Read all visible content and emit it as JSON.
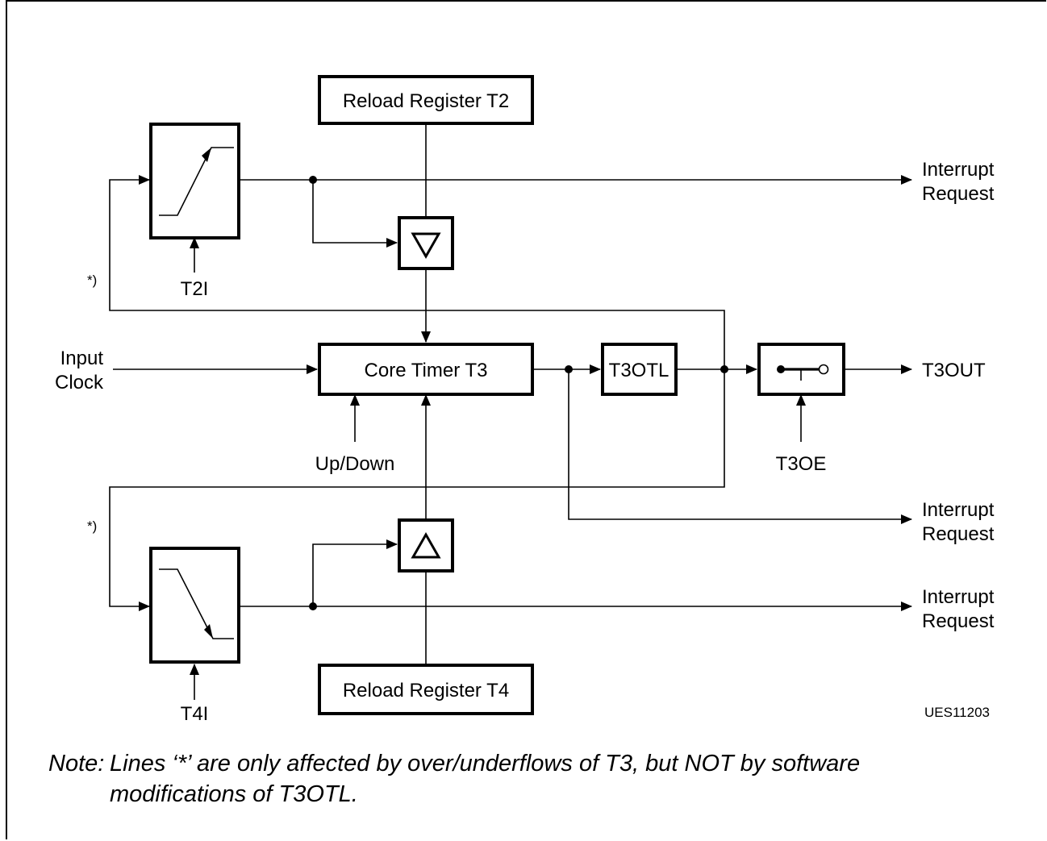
{
  "diagram": {
    "blocks": {
      "reload_t2": "Reload Register T2",
      "core_t3": "Core Timer T3",
      "t3otl": "T3OTL",
      "reload_t4": "Reload Register T4"
    },
    "inputs": {
      "t2i": "T2I",
      "t4i": "T4I",
      "up_down": "Up/Down",
      "t3oe": "T3OE",
      "input_clock": [
        "Input",
        "Clock"
      ]
    },
    "outputs": {
      "t3out": "T3OUT",
      "interrupt_request": [
        "Interrupt",
        "Request"
      ]
    },
    "marks": {
      "asterisk_line": "*)"
    },
    "figure_id": "UES11203"
  },
  "note": {
    "prefix": "Note:",
    "line1": "Lines ‘*’ are only affected by over/underflows of T3, but NOT by software",
    "line2": "modifications of T3OTL."
  },
  "colors": {
    "ink": "#000000",
    "background": "#ffffff"
  }
}
